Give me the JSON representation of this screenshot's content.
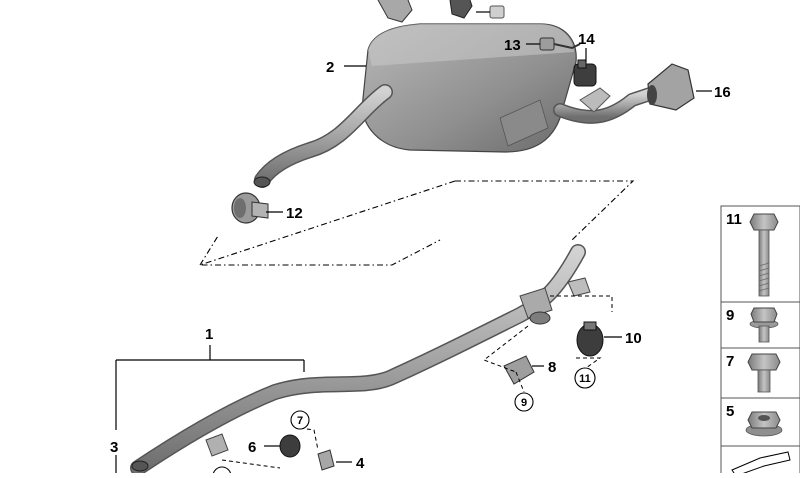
{
  "callouts": {
    "c1": "1",
    "c2": "2",
    "c3": "3",
    "c4": "4",
    "c6": "6",
    "c8": "8",
    "c10": "10",
    "c12": "12",
    "c13": "13",
    "c14": "14",
    "c16": "16"
  },
  "circled": {
    "r7": "7",
    "r9": "9",
    "r11": "11"
  },
  "legend": {
    "l11": "11",
    "l9": "9",
    "l7": "7",
    "l5": "5"
  },
  "colors": {
    "part_fill": "#9a9a9a",
    "part_dark": "#6e6e6e",
    "part_light": "#c8c8c8",
    "line": "#000000"
  }
}
